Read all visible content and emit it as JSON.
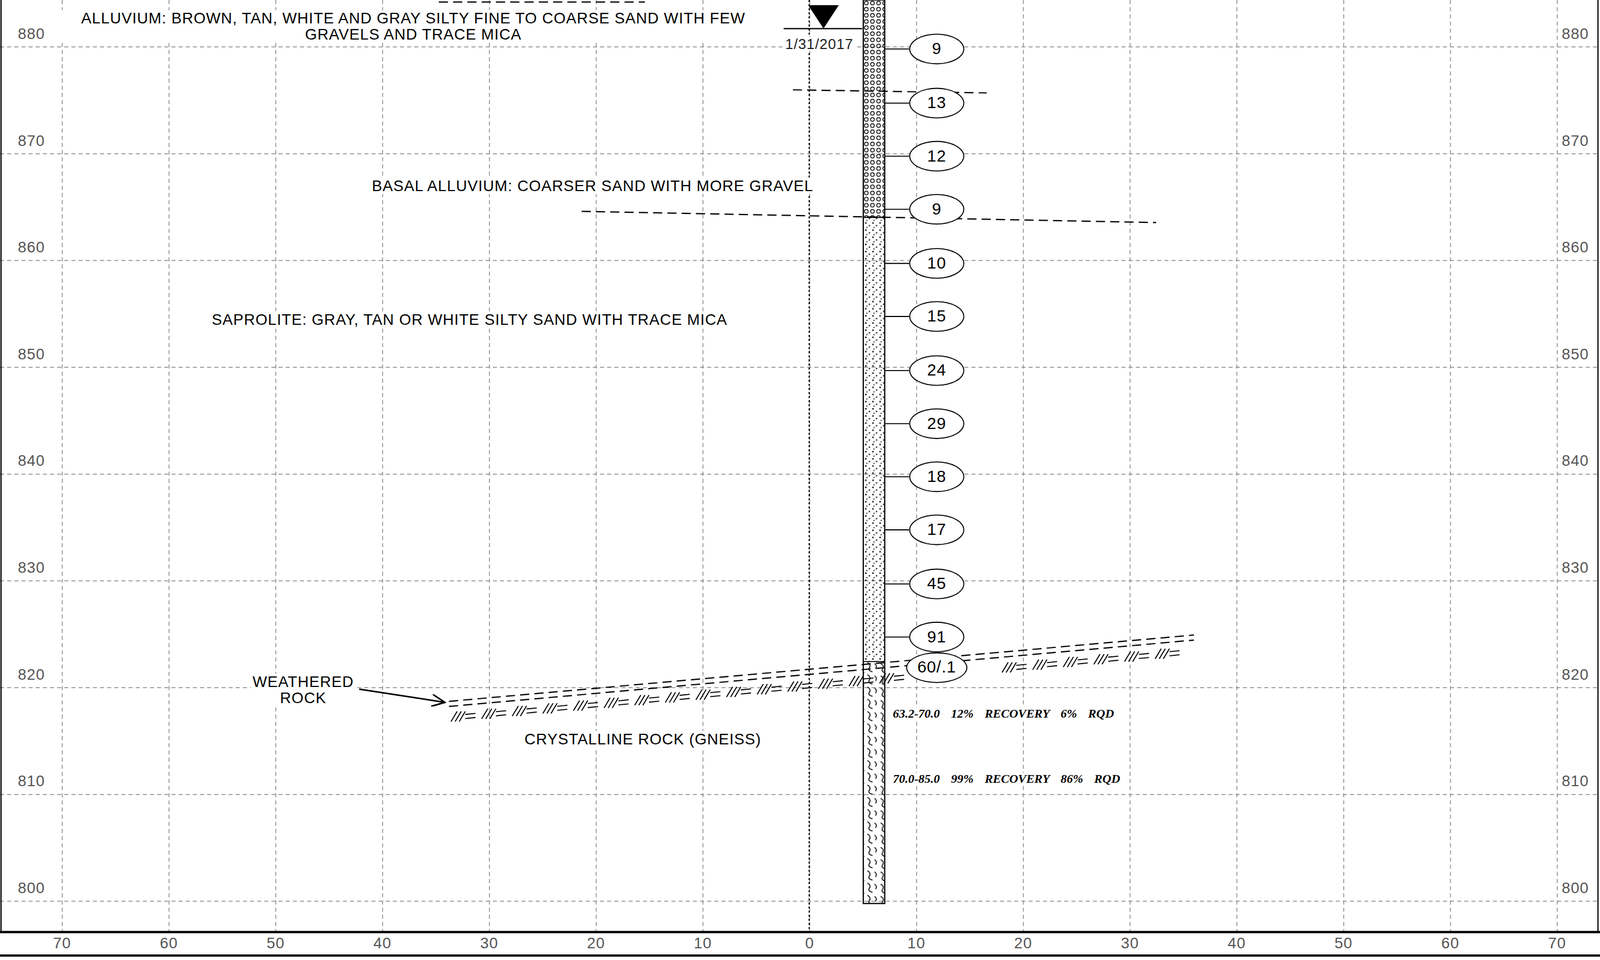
{
  "diagram": {
    "nodes": [
      {
        "text": [
          "9"
        ]
      },
      {
        "text": [
          "13"
        ]
      },
      {
        "text": [
          "12"
        ]
      },
      {
        "text": [
          "9"
        ]
      },
      {
        "text": [
          "10"
        ]
      },
      {
        "text": [
          "15"
        ]
      },
      {
        "text": [
          "24"
        ]
      },
      {
        "text": [
          "29"
        ]
      },
      {
        "text": [
          "18"
        ]
      },
      {
        "text": [
          "17"
        ]
      },
      {
        "text": [
          "45"
        ]
      },
      {
        "text": [
          "91"
        ]
      },
      {
        "text": [
          "60/.1"
        ]
      }
    ],
    "labels": [
      "ALLUVIUM: BROWN, TAN, WHITE AND GRAY SILTY FINE TO COARSE SAND WITH FEW GRAVELS AND TRACE MICA",
      "1/31/2017",
      "BASAL ALLUVIUM: COARSER SAND WITH MORE GRAVEL",
      "SAPROLITE: GRAY, TAN OR WHITE SILTY SAND WITH TRACE MICA",
      "WEATHERED ROCK",
      "CRYSTALLINE ROCK (GNEISS)",
      "63.2-70.0 12% RECOVERY 6% RQD",
      "70.0-85.0 99% RECOVERY 86% RQD",
      "880",
      "870",
      "860",
      "850",
      "840",
      "830",
      "820",
      "810",
      "800",
      "880",
      "870",
      "860",
      "850",
      "840",
      "830",
      "820",
      "810",
      "800",
      "70",
      "60",
      "50",
      "40",
      "30",
      "20",
      "10",
      "0",
      "10",
      "20",
      "30",
      "40",
      "50",
      "60",
      "70"
    ]
  }
}
